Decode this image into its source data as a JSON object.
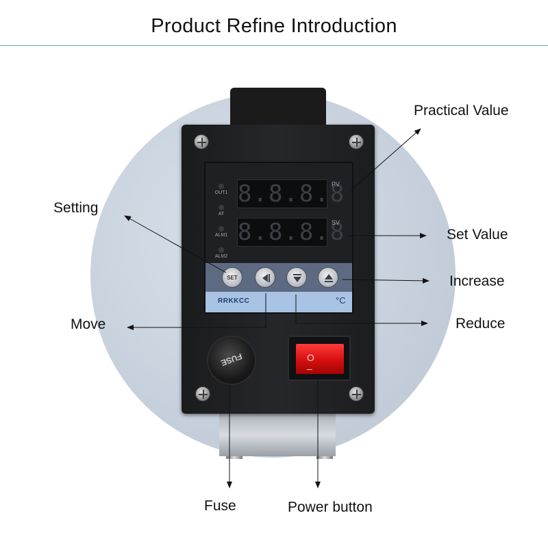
{
  "title": "Product Refine Introduction",
  "labels": {
    "practical_value": "Practical Value",
    "setting": "Setting",
    "set_value": "Set Value",
    "increase": "Increase",
    "move": "Move",
    "reduce": "Reduce",
    "fuse": "Fuse",
    "power_button": "Power button"
  },
  "controller": {
    "pv_tag": "PV",
    "sv_tag": "SV",
    "pv_display": "8.8.8.8",
    "sv_display": "8.8.8.8",
    "indicators": [
      "OUT1",
      "AT",
      "ALM1",
      "ALM2"
    ],
    "set_key": "SET",
    "brand": "RRKKCC",
    "unit": "°C"
  },
  "fuse_cap_text": "FUSE",
  "colors": {
    "accent_rule": "#5a9fd0",
    "switch_red": "#d60e0e",
    "brand_bar": "#a8c3e3"
  }
}
